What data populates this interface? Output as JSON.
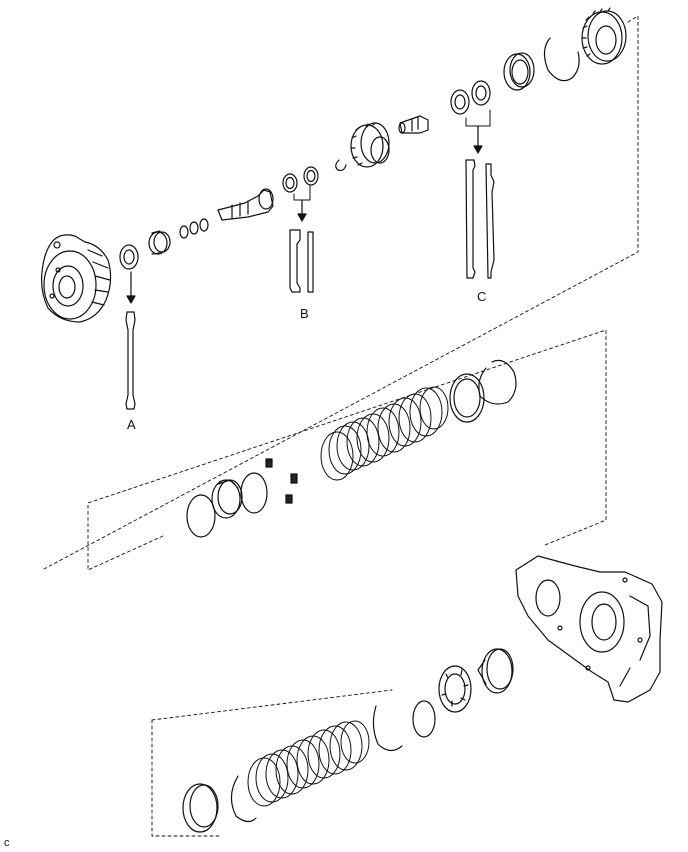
{
  "diagram": {
    "labels": {
      "a": "A",
      "b": "B",
      "c": "C"
    },
    "corner_code": "c"
  }
}
